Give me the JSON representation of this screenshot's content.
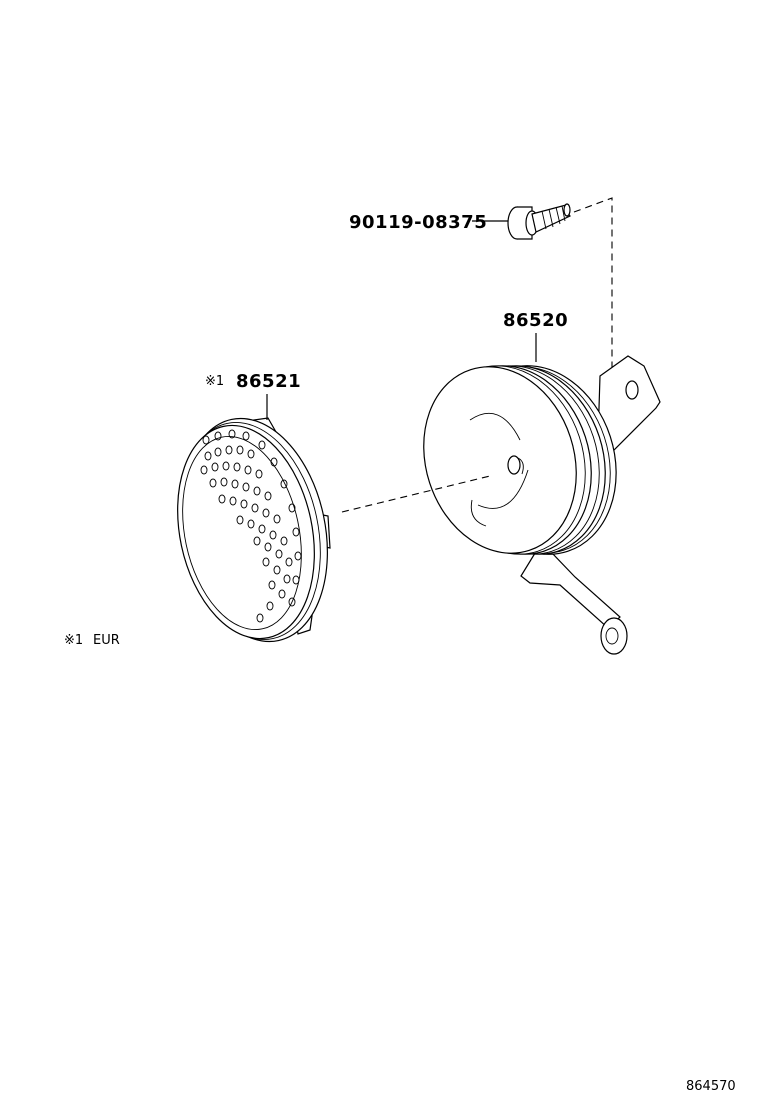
{
  "parts": {
    "bolt": {
      "number": "90119-08375"
    },
    "horn": {
      "number": "86520"
    },
    "cover": {
      "number": "86521",
      "note_mark": "※1"
    }
  },
  "legend": {
    "mark": "※1",
    "text": "EUR"
  },
  "reference": {
    "illustration_id": "864570"
  }
}
